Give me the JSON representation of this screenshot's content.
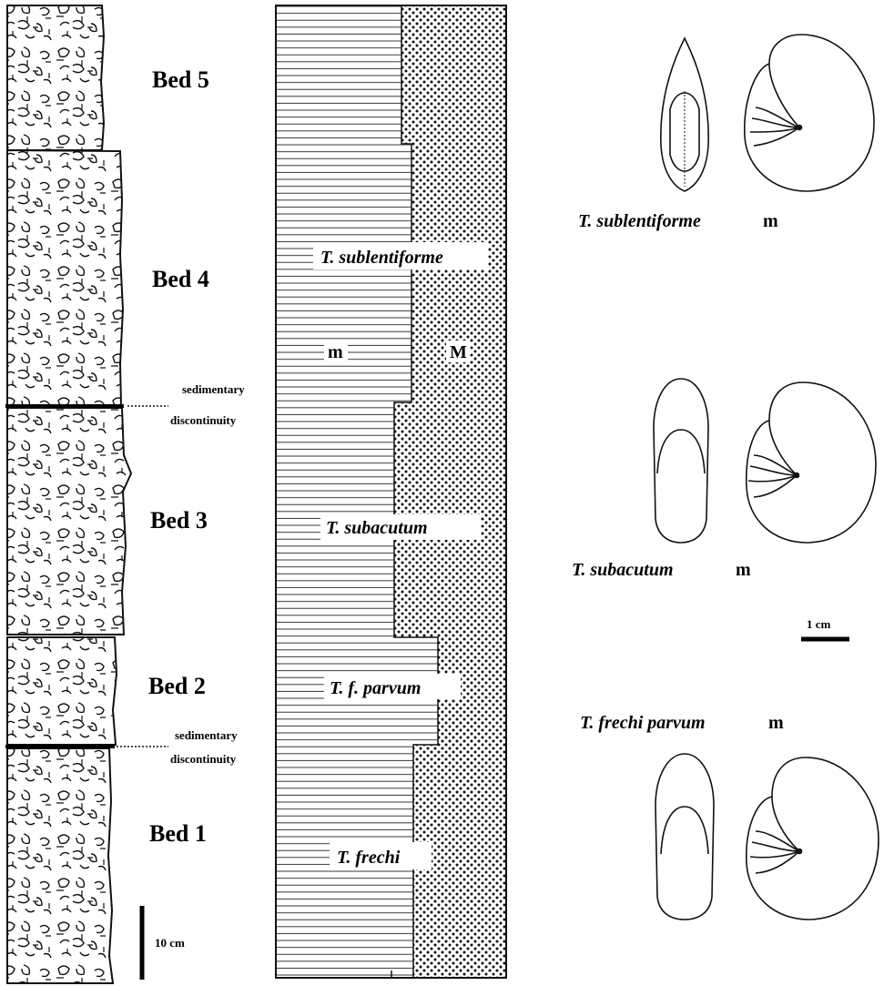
{
  "beds": [
    {
      "label": "Bed 5"
    },
    {
      "label": "Bed 4"
    },
    {
      "label": "Bed 3"
    },
    {
      "label": "Bed 2"
    },
    {
      "label": "Bed 1"
    }
  ],
  "discontinuities": [
    {
      "line1": "sedimentary",
      "line2": "discontinuity"
    },
    {
      "line1": "sedimentary",
      "line2": "discontinuity"
    }
  ],
  "scale_bars": {
    "section": "10 cm",
    "specimen": "1 cm"
  },
  "column": {
    "left_label": "m",
    "right_label": "M",
    "zones": [
      {
        "label": "T. sublentiforme"
      },
      {
        "label": "T. subacutum"
      },
      {
        "label": "T. f. parvum"
      },
      {
        "label": "T. frechi"
      }
    ]
  },
  "specimens": [
    {
      "name": "T. sublentiforme",
      "suffix": "m"
    },
    {
      "name": "T. subacutum",
      "suffix": "m"
    },
    {
      "name": "T. frechi parvum",
      "suffix": "m"
    }
  ]
}
